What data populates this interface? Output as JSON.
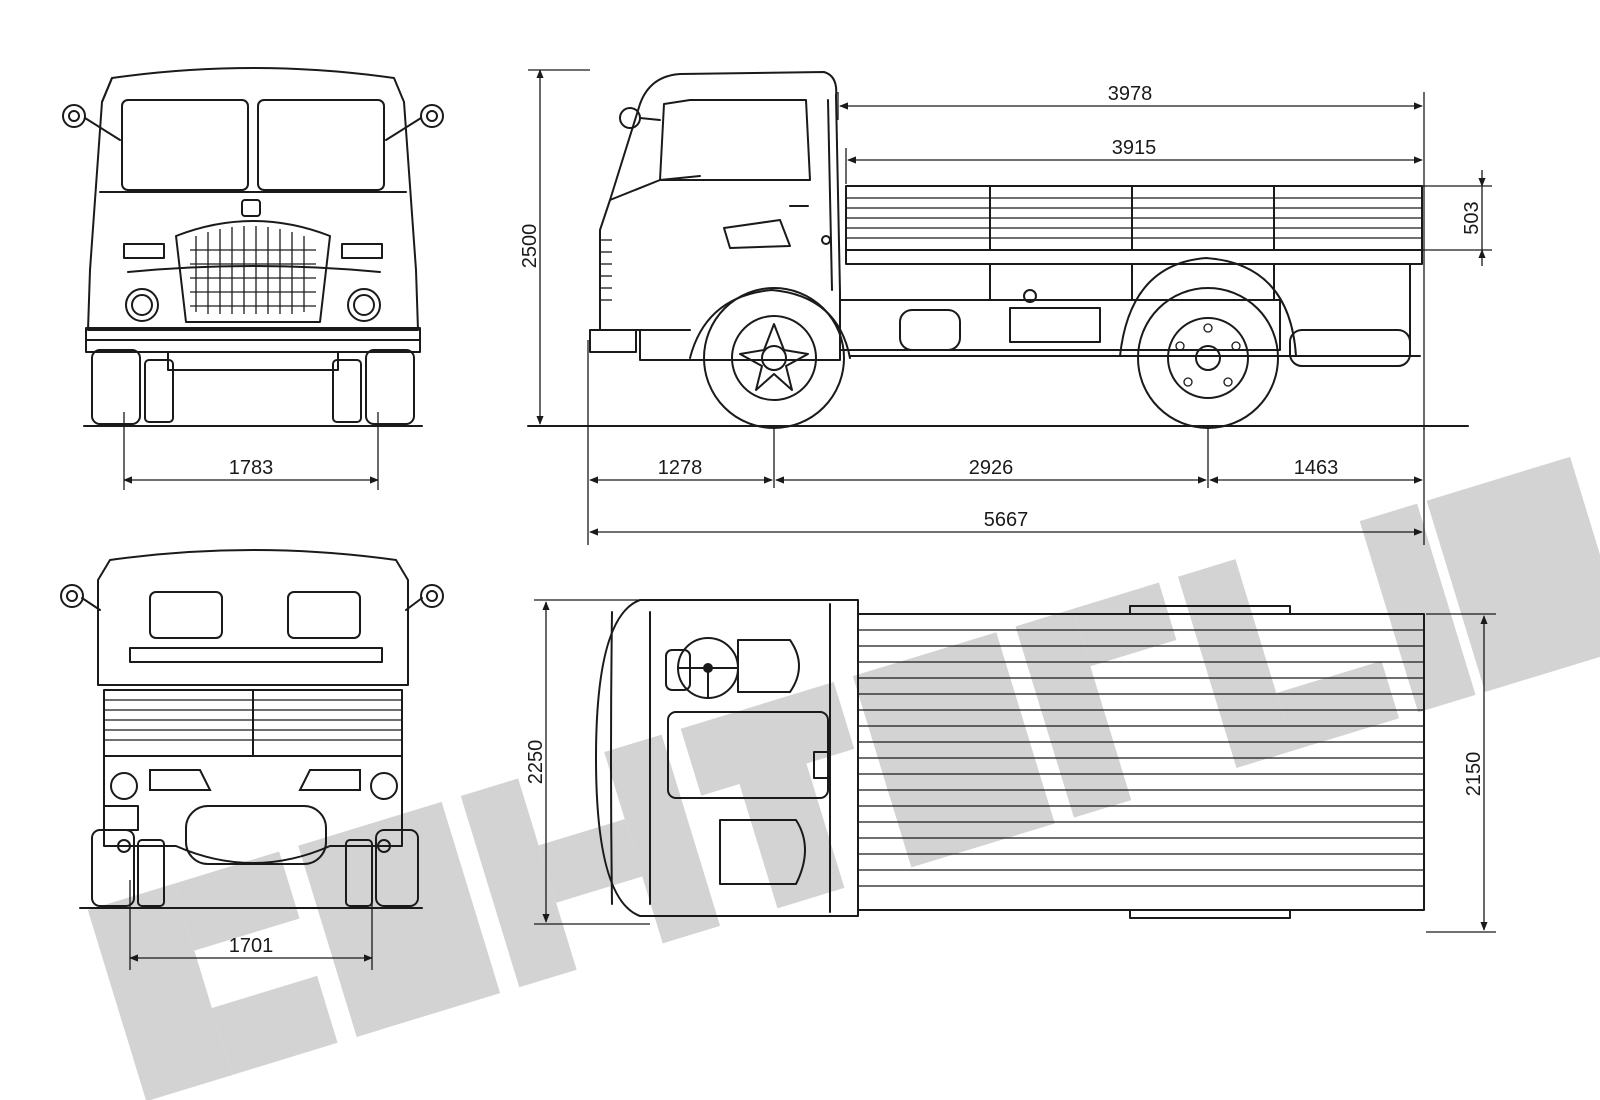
{
  "watermark": {
    "text": "getoutlines",
    "color": "#c6c6c6"
  },
  "front_view": {
    "track_label": "1783"
  },
  "rear_view": {
    "track_label": "1701"
  },
  "side_view": {
    "height_label": "2500",
    "cab_to_rear_label": "3978",
    "body_length_label": "3915",
    "body_side_height_label": "503",
    "front_overhang_label": "1278",
    "wheelbase_label": "2926",
    "rear_overhang_label": "1463",
    "overall_length_label": "5667"
  },
  "top_view": {
    "overall_width_label": "2250",
    "body_width_label": "2150"
  }
}
